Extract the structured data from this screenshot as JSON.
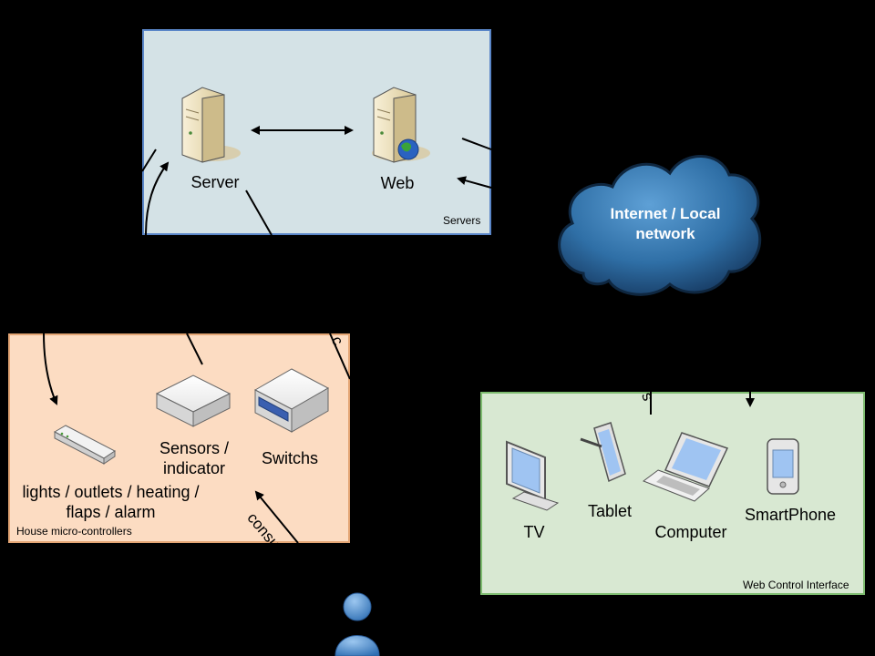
{
  "groups": {
    "servers": "Servers",
    "house": "House micro-controllers",
    "web_interface": "Web Control Interface"
  },
  "nodes": {
    "server": "Server",
    "web": "Web",
    "cloud": "Internet / Local network",
    "sensors": "Sensors / indicator",
    "switchs": "Switchs",
    "actuators": "lights / outlets / heating / flaps / alarm",
    "tv": "TV",
    "tablet": "Tablet",
    "computer": "Computer",
    "smartphone": "SmartPhone"
  },
  "edges": {
    "consult": "consult",
    "partial_c": "c",
    "partial_s": "s"
  },
  "colors": {
    "background": "#000000",
    "servers_fill": "#d4e2e6",
    "servers_border": "#5a86c8",
    "house_fill": "#fcdcc2",
    "house_border": "#e3a574",
    "web_fill": "#d8e8d2",
    "web_border": "#7dbb6f",
    "cloud": "#2f6fa6"
  },
  "icons": [
    "server-icon",
    "web-server-icon",
    "cloud-icon",
    "sensor-box-icon",
    "switch-box-icon",
    "power-strip-icon",
    "monitor-icon",
    "tablet-icon",
    "laptop-icon",
    "smartphone-icon",
    "user-icon"
  ]
}
